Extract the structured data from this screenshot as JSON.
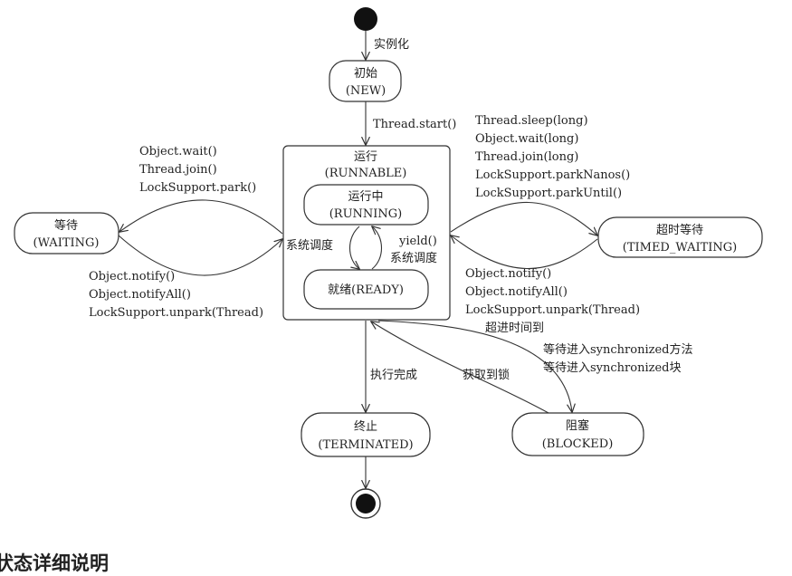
{
  "states": {
    "new": {
      "line1": "初始",
      "line2": "(NEW)"
    },
    "runnable": {
      "line1": "运行",
      "line2": "(RUNNABLE)"
    },
    "running": {
      "line1": "运行中",
      "line2": "(RUNNING)"
    },
    "ready": {
      "label": "就绪(READY)"
    },
    "waiting": {
      "line1": "等待",
      "line2": "(WAITING)"
    },
    "timed_waiting": {
      "line1": "超时等待",
      "line2": "(TIMED_WAITING)"
    },
    "blocked": {
      "line1": "阻塞",
      "line2": "(BLOCKED)"
    },
    "terminated": {
      "line1": "终止",
      "line2": "(TERMINATED)"
    }
  },
  "transitions": {
    "instantiate": "实例化",
    "start": "Thread.start()",
    "to_waiting": [
      "Object.wait()",
      "Thread.join()",
      "LockSupport.park()"
    ],
    "from_waiting": [
      "Object.notify()",
      "Object.notifyAll()",
      "LockSupport.unpark(Thread)"
    ],
    "to_timed_waiting": [
      "Thread.sleep(long)",
      "Object.wait(long)",
      "Thread.join(long)",
      "LockSupport.parkNanos()",
      "LockSupport.parkUntil()"
    ],
    "from_timed_waiting": [
      "Object.notify()",
      "Object.notifyAll()",
      "LockSupport.unpark(Thread)"
    ],
    "timeout": "超进时间到",
    "schedule": "系统调度",
    "yield": "yield()",
    "yield_schedule": "系统调度",
    "finish": "执行完成",
    "acquire_lock": "获取到锁",
    "to_blocked": [
      "等待进入synchronized方法",
      "等待进入synchronized块"
    ]
  },
  "section_heading": "状态详细说明"
}
